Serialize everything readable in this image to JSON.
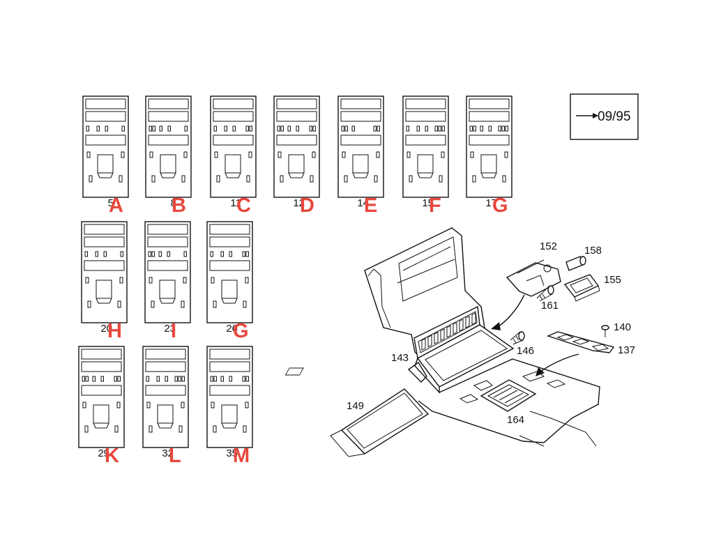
{
  "panels": [
    {
      "number": "5",
      "letter": "A",
      "pattern": "lrrl"
    },
    {
      "number": "8",
      "letter": "B",
      "pattern": "2rr1"
    },
    {
      "number": "11",
      "letter": "C",
      "pattern": "lrr2"
    },
    {
      "number": "12",
      "letter": "D",
      "pattern": "2rr2"
    },
    {
      "number": "14",
      "letter": "E",
      "pattern": "2r_2"
    },
    {
      "number": "15",
      "letter": "F",
      "pattern": "lrr3"
    },
    {
      "number": "17",
      "letter": "G",
      "pattern": "2rr3"
    },
    {
      "number": "20",
      "letter": "H",
      "pattern": "lrrl"
    },
    {
      "number": "23",
      "letter": "I",
      "pattern": "2rr1"
    },
    {
      "number": "26",
      "letter": "G",
      "pattern": "lrr2"
    },
    {
      "number": "29",
      "letter": "K",
      "pattern": "2rr2"
    },
    {
      "number": "32",
      "letter": "L",
      "pattern": "lrr3"
    },
    {
      "number": "35",
      "letter": "M",
      "pattern": "2rr2"
    }
  ],
  "date_box": {
    "text": "09/95"
  },
  "callouts": {
    "c152": "152",
    "c158": "158",
    "c155": "155",
    "c161": "161",
    "c140": "140",
    "c146": "146",
    "c137": "137",
    "c143": "143",
    "c149": "149",
    "c164": "164"
  },
  "colors": {
    "letter": "#e8473c",
    "line": "#111111"
  }
}
